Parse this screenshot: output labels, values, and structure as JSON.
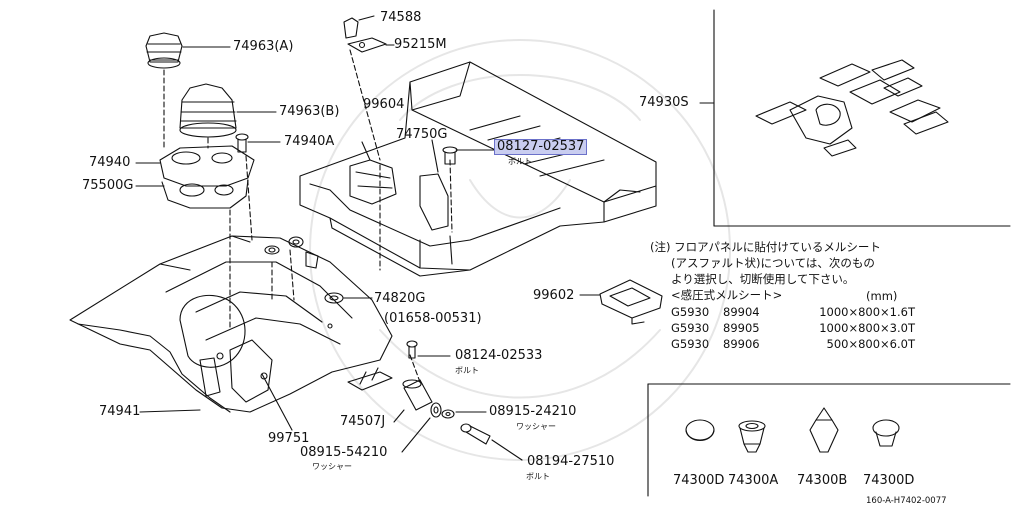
{
  "parts": {
    "p74588": "74588",
    "p95215M": "95215M",
    "p74963A": "74963(A)",
    "p74963B": "74963(B)",
    "p99604": "99604",
    "p74750G": "74750G",
    "p74940A": "74940A",
    "p08127": "08127-02537",
    "p08127_sub": "ボルト",
    "p74940": "74940",
    "p75500G": "75500G",
    "p74930S": "74930S",
    "p99602": "99602",
    "p74820G": "74820G",
    "p74820G_alt": "(01658-00531)",
    "p08124": "08124-02533",
    "p08124_sub": "ボルト",
    "p74941": "74941",
    "p74507J": "74507J",
    "p08915_24210": "08915-24210",
    "p08915_24210_sub": "ワッシャー",
    "p99751": "99751",
    "p08915_54210": "08915-54210",
    "p08915_54210_sub": "ワッシャー",
    "p08194": "08194-27510",
    "p08194_sub": "ボルト",
    "p74300D_1": "74300D",
    "p74300A": "74300A",
    "p74300B": "74300B",
    "p74300D_2": "74300D"
  },
  "note": {
    "line1": "(注) フロアパネルに貼付けているメルシート",
    "line2": "(アスファルト状)については、次のもの",
    "line3": "より選択し、切断使用して下さい。",
    "line4": "<感圧式メルシート>",
    "unit": "(mm)",
    "rows": [
      {
        "code": "G5930",
        "num": "89904",
        "size": "1000×800×1.6T"
      },
      {
        "code": "G5930",
        "num": "89905",
        "size": "1000×800×3.0T"
      },
      {
        "code": "G5930",
        "num": "89906",
        "size": "500×800×6.0T"
      }
    ]
  },
  "footer": "160-A-H7402-0077",
  "colors": {
    "highlight": "#c9cdf0",
    "highlight_border": "#6b71c9",
    "line": "#111111"
  }
}
